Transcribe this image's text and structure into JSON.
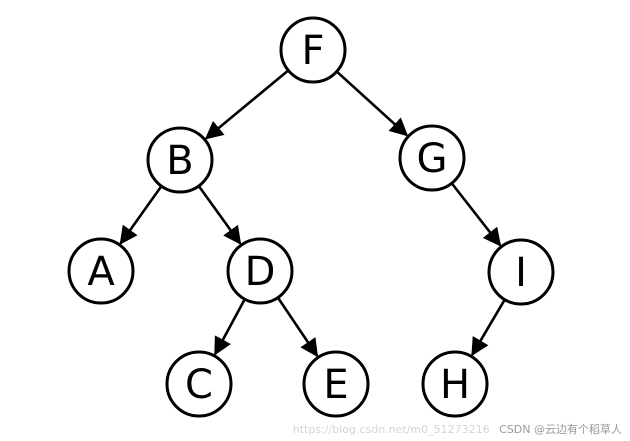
{
  "diagram": {
    "nodes": [
      {
        "id": "F",
        "label": "F"
      },
      {
        "id": "B",
        "label": "B"
      },
      {
        "id": "G",
        "label": "G"
      },
      {
        "id": "A",
        "label": "A"
      },
      {
        "id": "D",
        "label": "D"
      },
      {
        "id": "I",
        "label": "I"
      },
      {
        "id": "C",
        "label": "C"
      },
      {
        "id": "E",
        "label": "E"
      },
      {
        "id": "H",
        "label": "H"
      }
    ],
    "edges": [
      {
        "from": "F",
        "to": "B"
      },
      {
        "from": "F",
        "to": "G"
      },
      {
        "from": "B",
        "to": "A"
      },
      {
        "from": "B",
        "to": "D"
      },
      {
        "from": "G",
        "to": "I"
      },
      {
        "from": "D",
        "to": "C"
      },
      {
        "from": "D",
        "to": "E"
      },
      {
        "from": "I",
        "to": "H"
      }
    ],
    "colors": {
      "stroke": "#000000",
      "fill": "#ffffff"
    }
  },
  "watermark": {
    "url_text": "https://blog.csdn.net/m0_51273216",
    "brand": "CSDN @云边有个稻草人"
  }
}
